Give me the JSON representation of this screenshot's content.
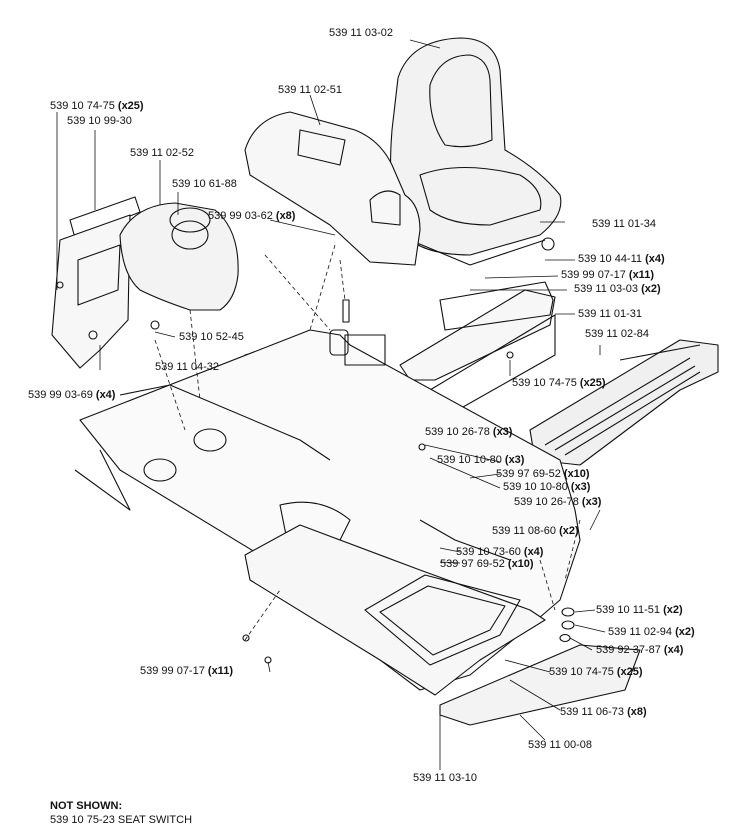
{
  "callouts": [
    {
      "part": "539 11 03-02",
      "qty": ""
    },
    {
      "part": "539 11 02-51",
      "qty": ""
    },
    {
      "part": "539 10 74-75",
      "qty": "(x25)"
    },
    {
      "part": "539 10 99-30",
      "qty": ""
    },
    {
      "part": "539 11 02-52",
      "qty": ""
    },
    {
      "part": "539 10 61-88",
      "qty": ""
    },
    {
      "part": "539 99 03-62",
      "qty": "(x8)"
    },
    {
      "part": "539 11 01-34",
      "qty": ""
    },
    {
      "part": "539 10 44-11",
      "qty": "(x4)"
    },
    {
      "part": "539 99 07-17",
      "qty": "(x11)"
    },
    {
      "part": "539 11 03-03",
      "qty": "(x2)"
    },
    {
      "part": "539 11 01-31",
      "qty": ""
    },
    {
      "part": "539 11 02-84",
      "qty": ""
    },
    {
      "part": "539 10 52-45",
      "qty": ""
    },
    {
      "part": "539 11 04-32",
      "qty": ""
    },
    {
      "part": "539 99 03-69",
      "qty": "(x4)"
    },
    {
      "part": "539 10 74-75",
      "qty": "(x25)"
    },
    {
      "part": "539 10 26-78",
      "qty": "(x3)"
    },
    {
      "part": "539 10 10-80",
      "qty": "(x3)"
    },
    {
      "part": "539 97 69-52",
      "qty": "(x10)"
    },
    {
      "part": "539 10 10-80",
      "qty": "(x3)"
    },
    {
      "part": "539 10 26-78",
      "qty": "(x3)"
    },
    {
      "part": "539 11 08-60",
      "qty": "(x2)"
    },
    {
      "part": "539 10 73-60",
      "qty": "(x4)"
    },
    {
      "part": "539 97 69-52",
      "qty": "(x10)"
    },
    {
      "part": "539 10 11-51",
      "qty": "(x2)"
    },
    {
      "part": "539 11 02-94",
      "qty": "(x2)"
    },
    {
      "part": "539 92 37-87",
      "qty": "(x4)"
    },
    {
      "part": "539 99 07-17",
      "qty": "(x11)"
    },
    {
      "part": "539 10 74-75",
      "qty": "(x25)"
    },
    {
      "part": "539 11 06-73",
      "qty": "(x8)"
    },
    {
      "part": "539 11 00-08",
      "qty": ""
    },
    {
      "part": "539 11 03-10",
      "qty": ""
    }
  ],
  "not_shown": {
    "title": "NOT SHOWN:",
    "items": [
      "539 10 75-23   SEAT SWITCH"
    ]
  }
}
